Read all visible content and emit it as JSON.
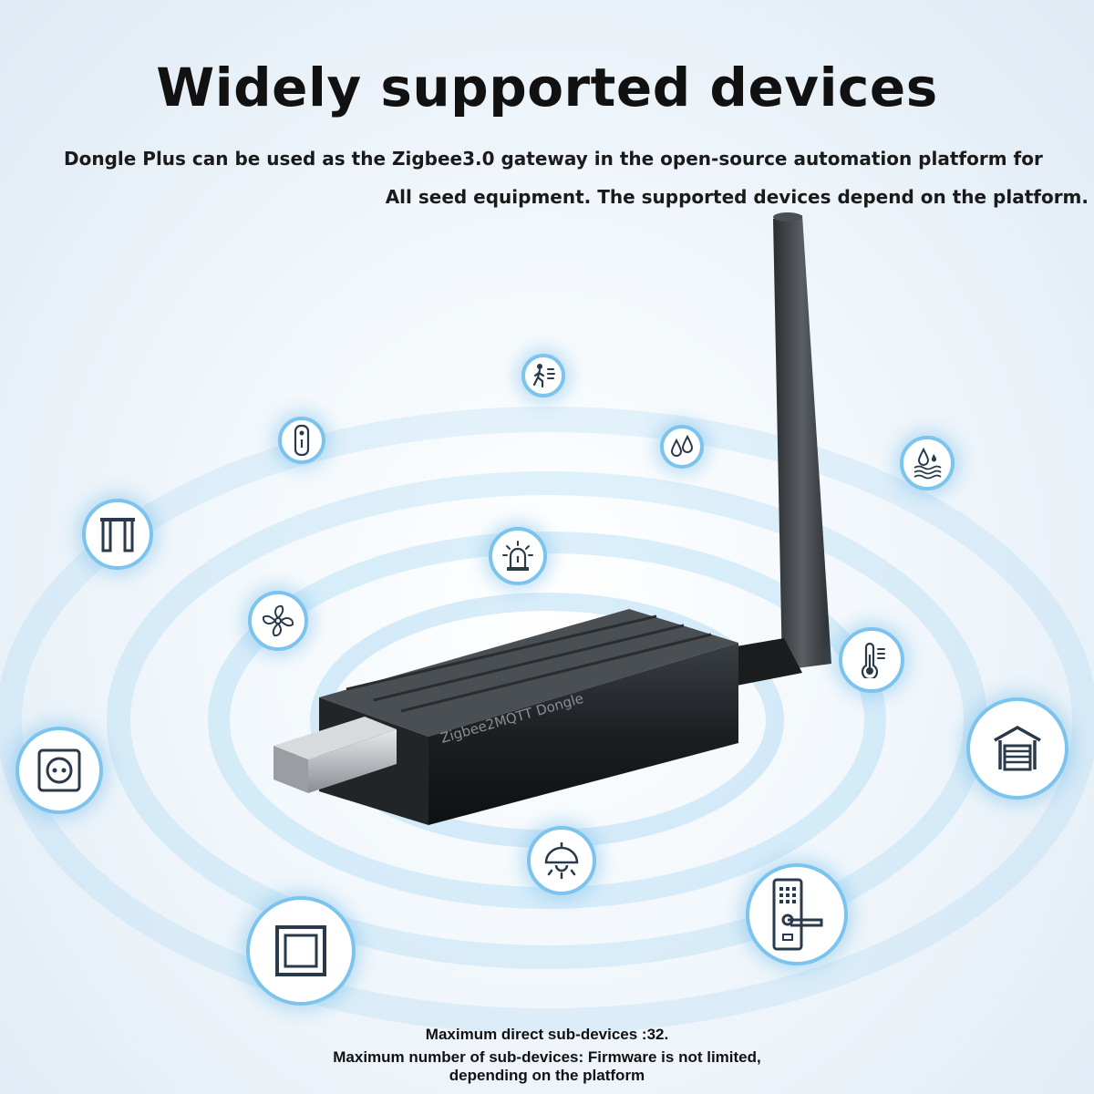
{
  "title": "Widely supported devices",
  "subtitle_line1": "Dongle Plus can be used as the Zigbee3.0 gateway in the open-source automation platform for",
  "subtitle_line2": "All seed equipment. The supported devices depend on the platform.",
  "footer_line1": "Maximum direct sub-devices :32.",
  "footer_line2": "Maximum number of sub-devices: Firmware is not limited,",
  "footer_line3": "depending on the platform",
  "dongle_label": "Zigbee2MQTT Dongle",
  "colors": {
    "accent_blue": "#7cc4ee",
    "icon_stroke": "#2a3a4a",
    "dongle_body": "#1c1f22"
  },
  "icons": [
    "motion-sensor-icon",
    "door-sensor-icon",
    "water-leak-icon",
    "humidity-sensor-icon",
    "curtain-icon",
    "siren-icon",
    "fan-icon",
    "thermometer-icon",
    "wall-socket-icon",
    "garage-door-icon",
    "ceiling-light-icon",
    "wall-switch-icon",
    "smart-lock-icon"
  ]
}
